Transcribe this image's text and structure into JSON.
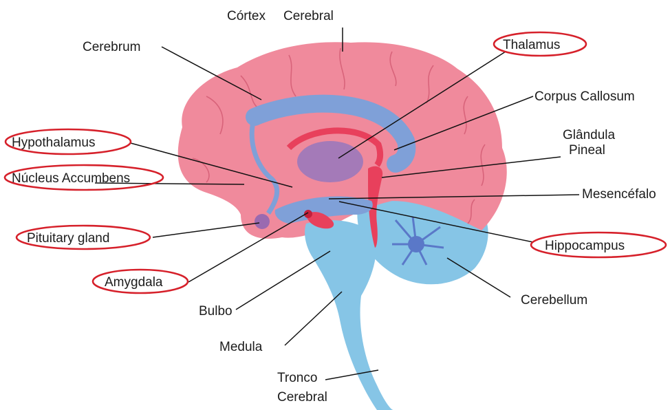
{
  "colors": {
    "cortex": "#f08a9c",
    "cortex_dark": "#e56b81",
    "blue": "#7fa0d8",
    "brainstem": "#86c5e6",
    "red_structure": "#e8405c",
    "highlight_circle": "#d6202a"
  },
  "labels": {
    "cortex_cerebral_1": "Córtex",
    "cortex_cerebral_2": "Cerebral",
    "cerebrum": "Cerebrum",
    "thalamus": "Thalamus",
    "corpus_callosum": "Corpus Callosum",
    "glandula": "Glândula",
    "pineal": "Pineal",
    "hypothalamus": "Hypothalamus",
    "nucleus_accumbens": "Núcleus Accumbens",
    "mesencefalo": "Mesencéfalo",
    "pituitary": "Pituitary gland",
    "hippocampus": "Hippocampus",
    "amygdala": "Amygdala",
    "cerebellum": "Cerebellum",
    "bulbo": "Bulbo",
    "medula": "Medula",
    "tronco": "Tronco",
    "tronco_cerebral": "Cerebral"
  }
}
